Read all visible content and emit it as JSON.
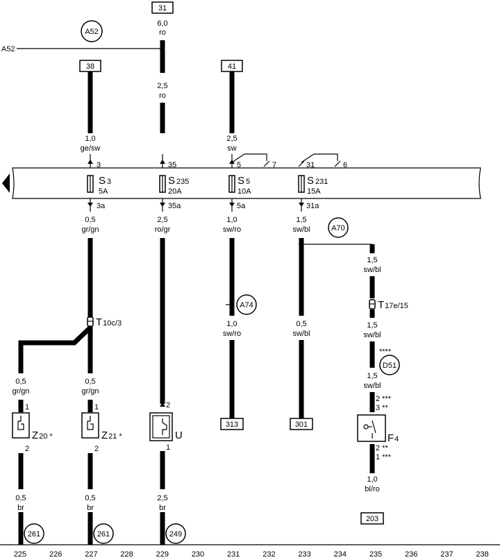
{
  "refs": {
    "top_31": "31",
    "top_38": "38",
    "top_41": "41",
    "bot_313": "313",
    "bot_301": "301",
    "bot_203": "203"
  },
  "side_label": "A52",
  "circles": {
    "a52": "A52",
    "a70": "A70",
    "a74": "A74",
    "d51": "D51",
    "c261a": "261",
    "c261b": "261",
    "c249": "249"
  },
  "wires": {
    "w31_top": [
      "6,0",
      "ro"
    ],
    "w31_mid": [
      "2,5",
      "ro"
    ],
    "w38": [
      "1,0",
      "ge/sw"
    ],
    "w41": [
      "2,5",
      "sw"
    ],
    "s3_out": [
      "0,5",
      "gr/gn"
    ],
    "s235_out": [
      "2,5",
      "ro/gr"
    ],
    "s5_out": [
      "1,0",
      "sw/ro"
    ],
    "s231_out": [
      "1,5",
      "sw/bl"
    ],
    "a70_branch": [
      "1,5",
      "sw/bl"
    ],
    "a74_wire": [
      "1,0",
      "sw/ro"
    ],
    "w301": [
      "0,5",
      "sw/bl"
    ],
    "t17_below": [
      "1,5",
      "sw/bl"
    ],
    "d51_below": [
      "1,5",
      "sw/bl"
    ],
    "z20_in": [
      "0,5",
      "gr/gn"
    ],
    "z21_in": [
      "0,5",
      "gr/gn"
    ],
    "z20_out": [
      "0,5",
      "br"
    ],
    "z21_out": [
      "0,5",
      "br"
    ],
    "u_out": [
      "2,5",
      "br"
    ],
    "f4_out": [
      "1,0",
      "bl/ro"
    ]
  },
  "fuses": [
    {
      "id": "S",
      "num": "3",
      "rating": "5A",
      "pin_top": "3",
      "pin_bottom": "3a"
    },
    {
      "id": "S",
      "num": "235",
      "rating": "20A",
      "pin_top": "35",
      "pin_bottom": "35a"
    },
    {
      "id": "S",
      "num": "5",
      "rating": "10A",
      "pin_top": "5",
      "pin_bottom": "5a"
    },
    {
      "id": "S",
      "num": "231",
      "rating": "15A",
      "pin_top": "31",
      "pin_bottom": "31a"
    }
  ],
  "relay_pins": {
    "p7": "7",
    "p6": "6"
  },
  "connectors": {
    "t10c": {
      "name": "T",
      "sub": "10c/3"
    },
    "t17e": {
      "name": "T",
      "sub": "17e/15"
    }
  },
  "components": {
    "z20": {
      "name": "Z",
      "sub": "20",
      "mark": "*",
      "pin_top": "1",
      "pin_bottom": "2"
    },
    "z21": {
      "name": "Z",
      "sub": "21",
      "mark": "*",
      "pin_top": "1",
      "pin_bottom": "2"
    },
    "u": {
      "name": "U",
      "pin_top": "2",
      "pin_bottom": "1"
    },
    "f4": {
      "name": "F",
      "sub": "4"
    }
  },
  "f4_pins": {
    "top_a": "2 ***",
    "top_b": "3 **",
    "bot_a": "2 **",
    "bot_b": "1 ***"
  },
  "stars4": "****",
  "ruler": [
    "225",
    "226",
    "227",
    "228",
    "229",
    "230",
    "231",
    "232",
    "233",
    "234",
    "235",
    "236",
    "237",
    "238"
  ]
}
